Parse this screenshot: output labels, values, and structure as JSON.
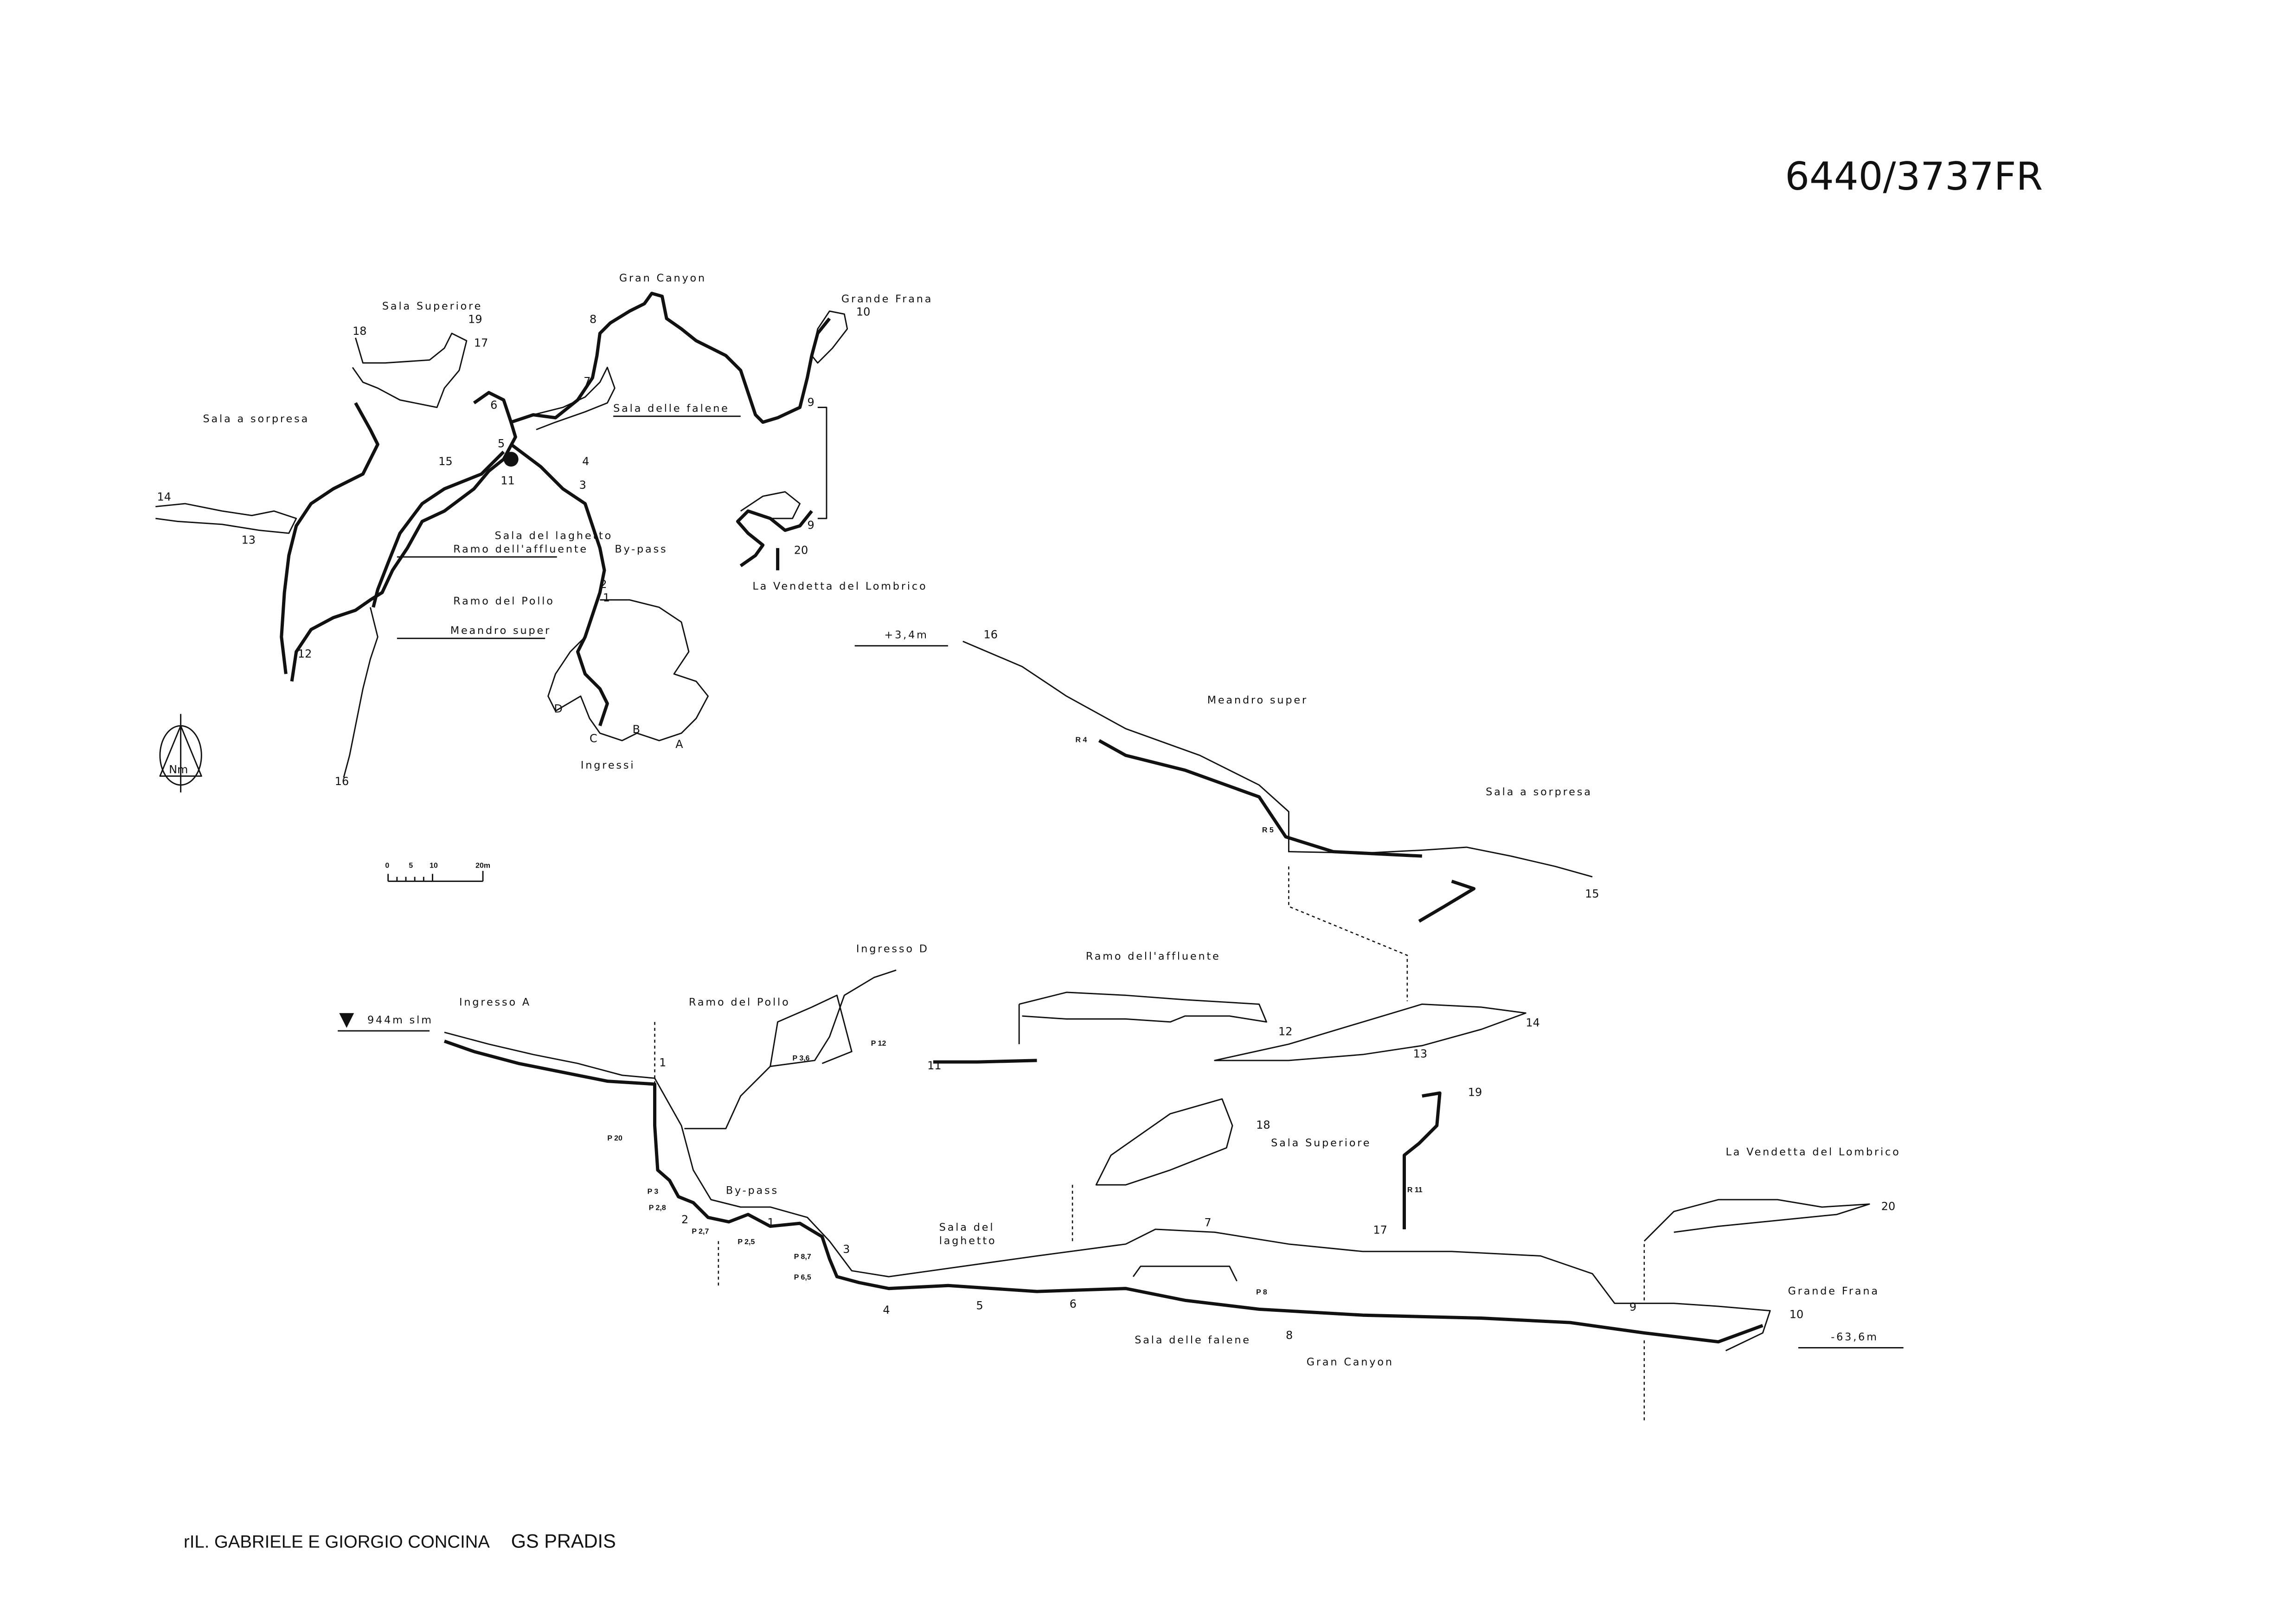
{
  "title": "6440/3737FR",
  "footer": {
    "credit": "rIL. GABRIELE E GIORGIO CONCINA",
    "group": "GS PRADIS"
  },
  "plan": {
    "labels": {
      "sala_superiore": "Sala Superiore",
      "sala_sorpresa": "Sala a sorpresa",
      "gran_canyon": "Gran Canyon",
      "grande_frana": "Grande Frana",
      "sala_falene": "Sala delle falene",
      "sala_laghetto": "Sala del laghetto",
      "ramo_affluente": "Ramo dell'affluente",
      "bypass": "By-pass",
      "ramo_pollo": "Ramo del Pollo",
      "meandro": "Meandro super",
      "vendetta": "La Vendetta del Lombrico",
      "ingressi": "Ingressi",
      "north": "Nm"
    },
    "stations": [
      "18",
      "19",
      "17",
      "15",
      "14",
      "13",
      "12",
      "16",
      "8",
      "7",
      "6",
      "5",
      "11",
      "4",
      "3",
      "2",
      "1",
      "10",
      "9",
      "9",
      "20",
      "D",
      "C",
      "B",
      "A"
    ]
  },
  "scale_bar": {
    "ticks": [
      "0",
      "5",
      "10",
      "20m"
    ]
  },
  "section": {
    "labels": {
      "top_level": "+3,4m",
      "bottom_level": "-63,6m",
      "elevation": "944m slm",
      "ingresso_a": "Ingresso A",
      "ingresso_d": "Ingresso D",
      "ramo_pollo": "Ramo del Pollo",
      "ramo_affluente": "Ramo dell'affluente",
      "meandro": "Meandro super",
      "sala_sorpresa": "Sala a sorpresa",
      "sala_superiore": "Sala Superiore",
      "vendetta": "La Vendetta del Lombrico",
      "bypass": "By-pass",
      "sala_laghetto_1": "Sala del",
      "sala_laghetto_2": "laghetto",
      "grande_frana": "Grande Frana",
      "sala_falene": "Sala delle falene",
      "gran_canyon": "Gran Canyon"
    },
    "pitches": [
      "P 12",
      "P 3,6",
      "P 20",
      "P 3",
      "P 2,8",
      "P 2,7",
      "P 2,5",
      "P 8,7",
      "P 6,5",
      "P 8",
      "R 4",
      "R 5",
      "R 11"
    ],
    "stations": [
      "16",
      "15",
      "1",
      "12",
      "11",
      "13",
      "14",
      "18",
      "19",
      "17",
      "20",
      "2",
      "1",
      "3",
      "7",
      "4",
      "5",
      "6",
      "8",
      "9",
      "10"
    ]
  }
}
